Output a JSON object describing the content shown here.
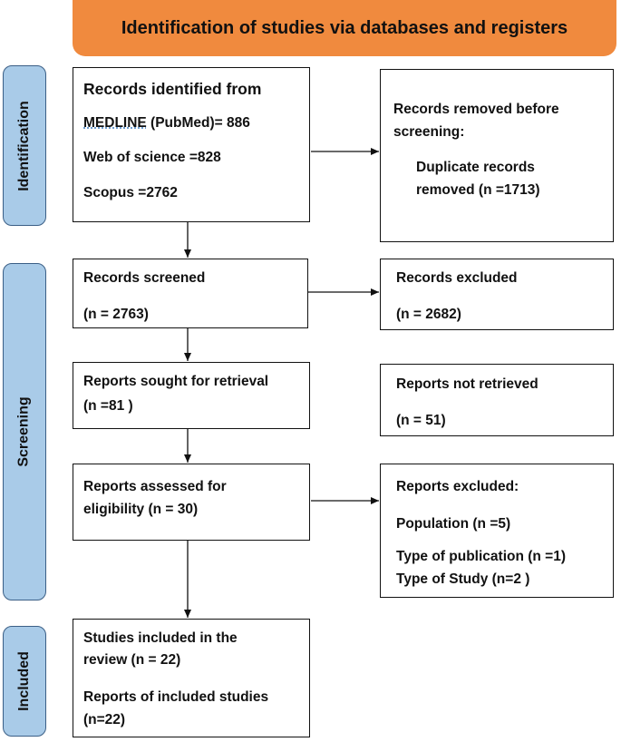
{
  "header": {
    "title": "Identification of studies via databases and registers"
  },
  "phases": {
    "identification": "Identification",
    "screening": "Screening",
    "included": "Included"
  },
  "identification": {
    "records_title": "Records identified from",
    "medline": "MEDLINE",
    "medline_rest": " (PubMed)= 886",
    "wos": "Web of science =828",
    "scopus": "Scopus =2762",
    "removed_title_1": "Records removed before",
    "removed_title_2": "screening:",
    "duplicates_1": "Duplicate records",
    "duplicates_2": "removed (n =1713)"
  },
  "screening": {
    "screened_title": "Records screened",
    "screened_n": "(n = 2763)",
    "excluded_title": "Records excluded",
    "excluded_n": "(n = 2682)",
    "sought_title": "Reports sought for retrieval",
    "sought_n": "(n =81 )",
    "not_retrieved_title": "Reports not retrieved",
    "not_retrieved_n": "(n = 51)",
    "assessed_1": "Reports assessed for",
    "assessed_2": "eligibility (n = 30)",
    "rep_excluded_title": "Reports excluded:",
    "population": "Population (n =5)",
    "publication_type": "Type of publication (n =1)",
    "study_type": "Type of Study (n=2 )"
  },
  "included": {
    "studies_1": "Studies included in the",
    "studies_2": "review (n = 22)",
    "reports_1": "Reports of included studies",
    "reports_2": "(n=22)"
  }
}
